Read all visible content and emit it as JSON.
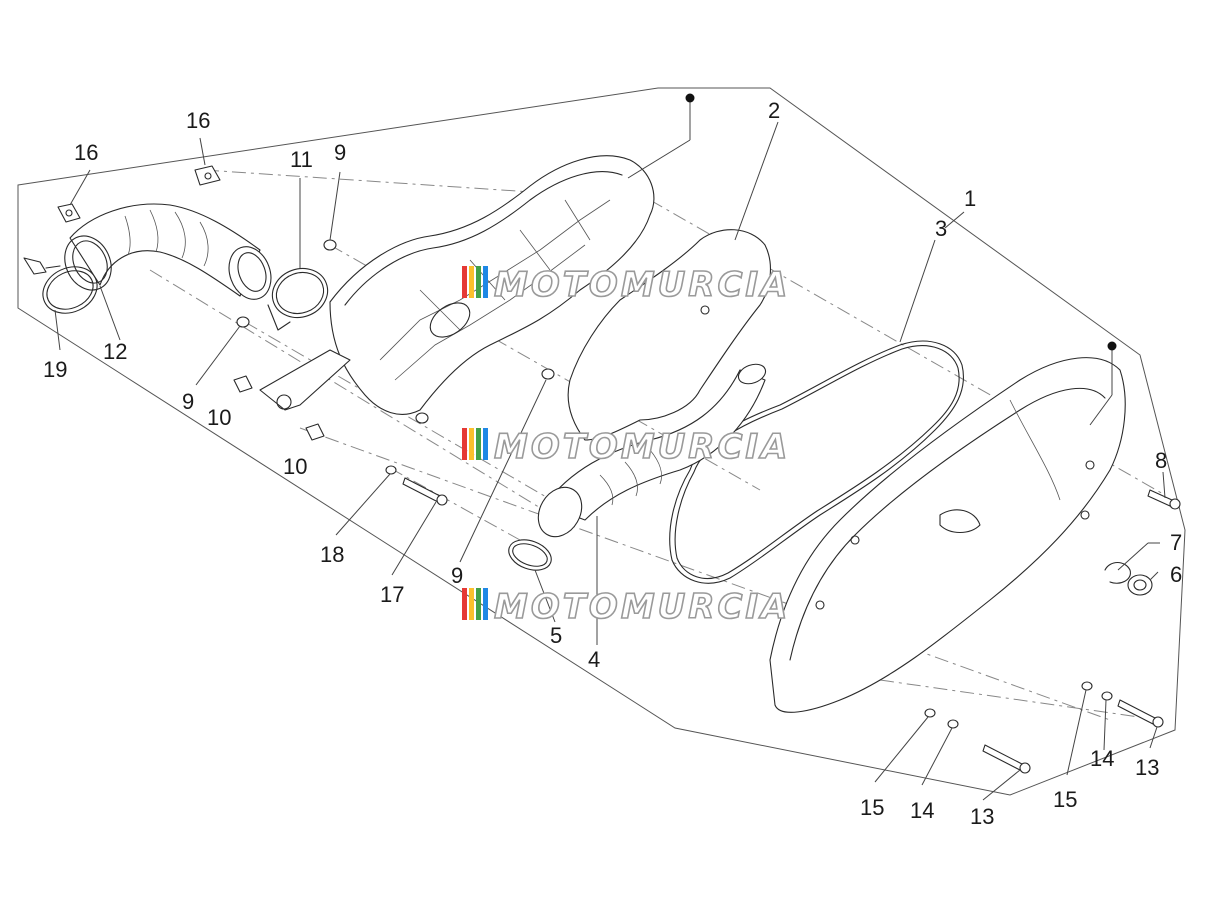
{
  "callouts": [
    {
      "id": "c1",
      "label": "1"
    },
    {
      "id": "c2",
      "label": "2"
    },
    {
      "id": "c3",
      "label": "3"
    },
    {
      "id": "c4",
      "label": "4"
    },
    {
      "id": "c5",
      "label": "5"
    },
    {
      "id": "c6",
      "label": "6"
    },
    {
      "id": "c7",
      "label": "7"
    },
    {
      "id": "c8",
      "label": "8"
    },
    {
      "id": "c9a",
      "label": "9"
    },
    {
      "id": "c9b",
      "label": "9"
    },
    {
      "id": "c9c",
      "label": "9"
    },
    {
      "id": "c10a",
      "label": "10"
    },
    {
      "id": "c10b",
      "label": "10"
    },
    {
      "id": "c11",
      "label": "11"
    },
    {
      "id": "c12",
      "label": "12"
    },
    {
      "id": "c13a",
      "label": "13"
    },
    {
      "id": "c13b",
      "label": "13"
    },
    {
      "id": "c14a",
      "label": "14"
    },
    {
      "id": "c14b",
      "label": "14"
    },
    {
      "id": "c15a",
      "label": "15"
    },
    {
      "id": "c15b",
      "label": "15"
    },
    {
      "id": "c16a",
      "label": "16"
    },
    {
      "id": "c16b",
      "label": "16"
    },
    {
      "id": "c17",
      "label": "17"
    },
    {
      "id": "c18",
      "label": "18"
    },
    {
      "id": "c19",
      "label": "19"
    }
  ],
  "watermark": {
    "text": "MOTOMURCIA",
    "colors": [
      "#e53935",
      "#fbc02d",
      "#43a047",
      "#1e88e5"
    ]
  }
}
